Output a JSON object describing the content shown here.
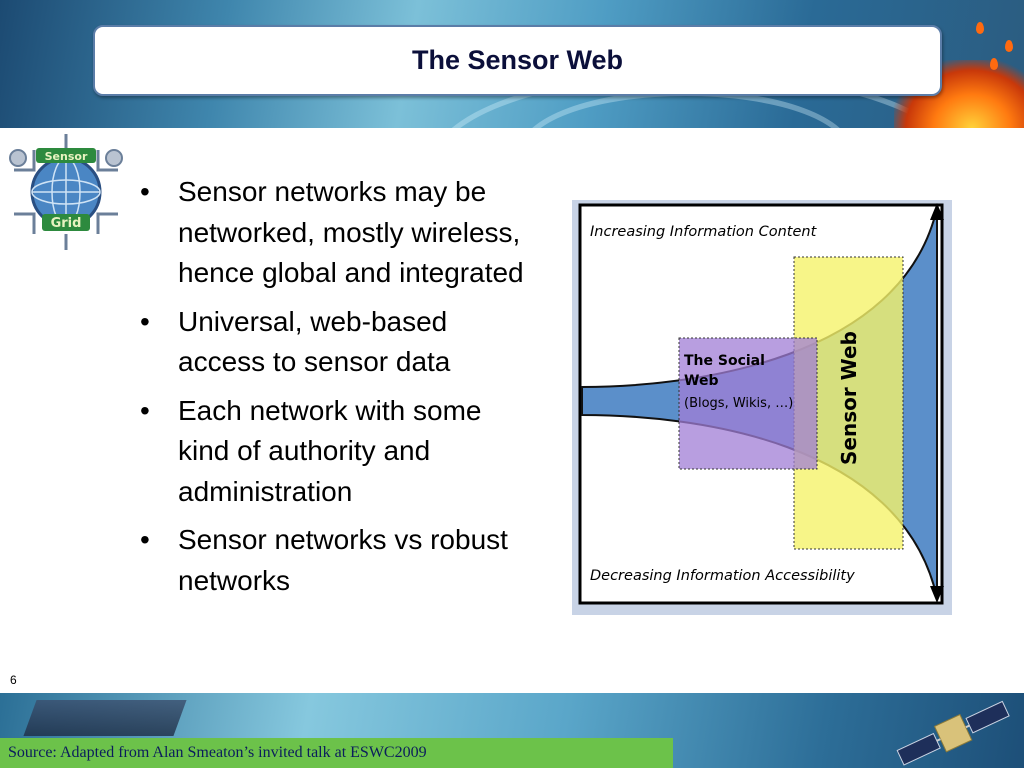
{
  "slide": {
    "title": "The Sensor Web",
    "page_number": "6",
    "source": "Source: Adapted from Alan Smeaton’s invited talk at ESWC2009"
  },
  "logo": {
    "line1": "Sensor",
    "line2": "Grid"
  },
  "bullets": [
    {
      "marker": "•",
      "text": "Sensor networks may be networked, mostly wireless, hence global and integrated"
    },
    {
      "marker": "•",
      "text": "Universal, web-based access to sensor data"
    },
    {
      "marker": "•",
      "text": "Each network with some kind of authority and administration"
    },
    {
      "marker": "•",
      "text": "Sensor networks vs robust networks"
    }
  ],
  "diagram": {
    "top_label": "Increasing Information Content",
    "bottom_label": "Decreasing Information Accessibility",
    "social_title_1": "The Social",
    "social_title_2": "Web",
    "social_examples": "(Blogs, Wikis, …)",
    "sensor_label": "Sensor Web",
    "colors": {
      "funnel": "#5b8fca",
      "social": "#a07ed6",
      "sensor": "#f5f36a"
    }
  }
}
